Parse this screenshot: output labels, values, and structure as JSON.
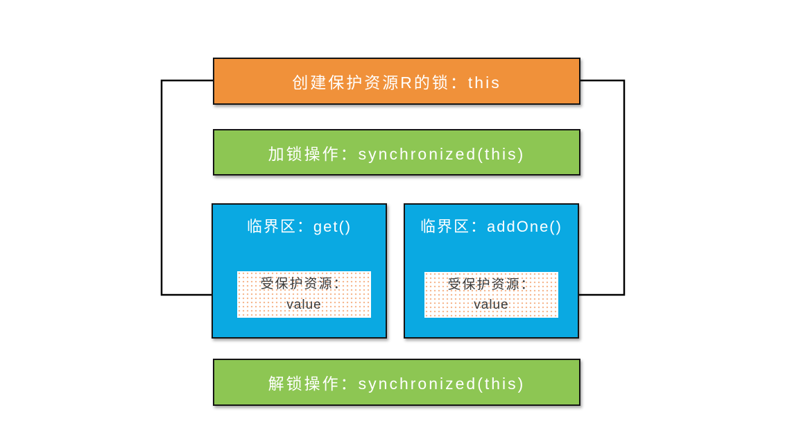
{
  "diagram": {
    "description": "synchronized-lock-flow-diagram",
    "colors": {
      "background": "#ffffff",
      "orange_node": "#F0913A",
      "green_node": "#8DC653",
      "blue_node": "#0AA9E2",
      "node_border": "#141414",
      "arrow": "#000000",
      "node_text": "#ffffff",
      "resource_text": "#3B3B3B",
      "resource_dots": "#F6B58C",
      "resource_background": "#ffffff"
    },
    "nodes": {
      "create_lock": {
        "label": "创建保护资源R的锁：this"
      },
      "lock_op": {
        "label": "加锁操作：synchronized(this)"
      },
      "critical_section_get": {
        "title": "临界区：get()",
        "resource": {
          "line1": "受保护资源：",
          "line2": "value"
        }
      },
      "critical_section_addone": {
        "title": "临界区：addOne()",
        "resource": {
          "line1": "受保护资源：",
          "line2": "value"
        }
      },
      "unlock_op": {
        "label": "解锁操作：synchronized(this)"
      }
    },
    "connectors": [
      {
        "from": "create_lock-left",
        "to": "critical_section_get-resource",
        "shape": "elbow-left"
      },
      {
        "from": "create_lock-right",
        "to": "critical_section_addone-resource",
        "shape": "elbow-right"
      }
    ]
  }
}
